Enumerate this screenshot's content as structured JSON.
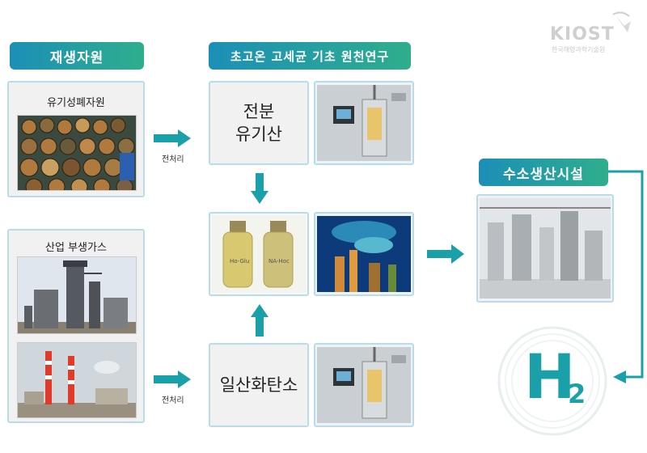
{
  "logo": {
    "text": "KIOST",
    "subtitle": "한국해양과학기술원"
  },
  "headers": {
    "renewable": "재생자원",
    "research": "초고온 고세균 기초 원천연구",
    "facility": "수소생산시설"
  },
  "sources": {
    "organic": "유기성폐자원",
    "industrial": "산업 부생가스"
  },
  "arrows": {
    "pretreat_top": "전처리",
    "pretreat_bottom": "전처리"
  },
  "research_boxes": {
    "starch_line1": "전분",
    "starch_line2": "유기산",
    "co": "일산화탄소"
  },
  "bottle_labels": [
    "Ho-Glu",
    "NA-Hoc"
  ],
  "h2": {
    "letter": "H",
    "sub": "2"
  },
  "colors": {
    "accent_blue": "#1b8fb7",
    "accent_green": "#2fae8c",
    "arrow": "#1aa0a8"
  }
}
